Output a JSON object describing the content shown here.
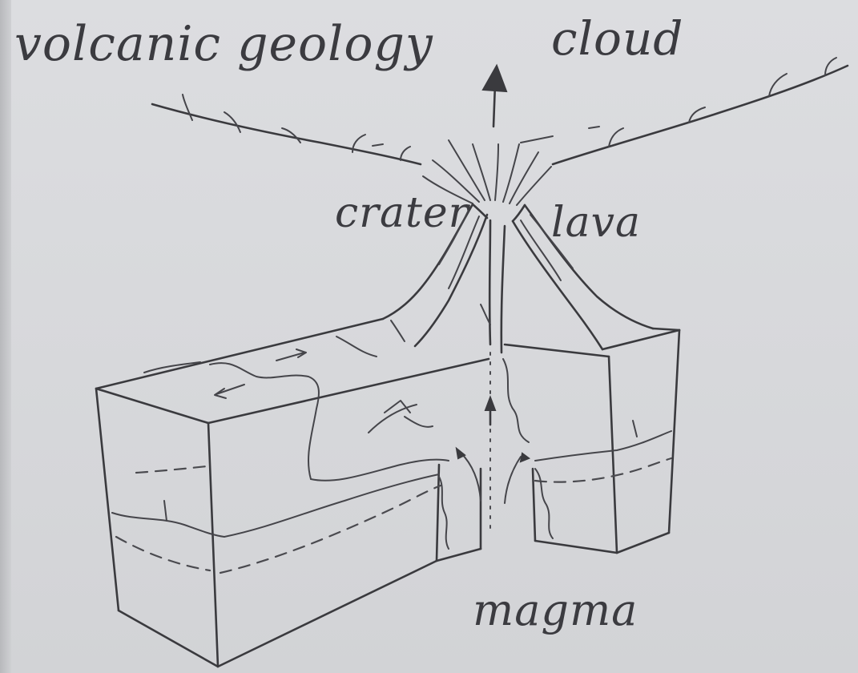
{
  "diagram": {
    "title": "volcanic geology",
    "labels": {
      "cloud": "cloud",
      "crater": "crater",
      "lava": "lava",
      "magma": "magma"
    },
    "colors": {
      "paper": "#d9dadc",
      "ink": "#3a3a3e"
    }
  }
}
